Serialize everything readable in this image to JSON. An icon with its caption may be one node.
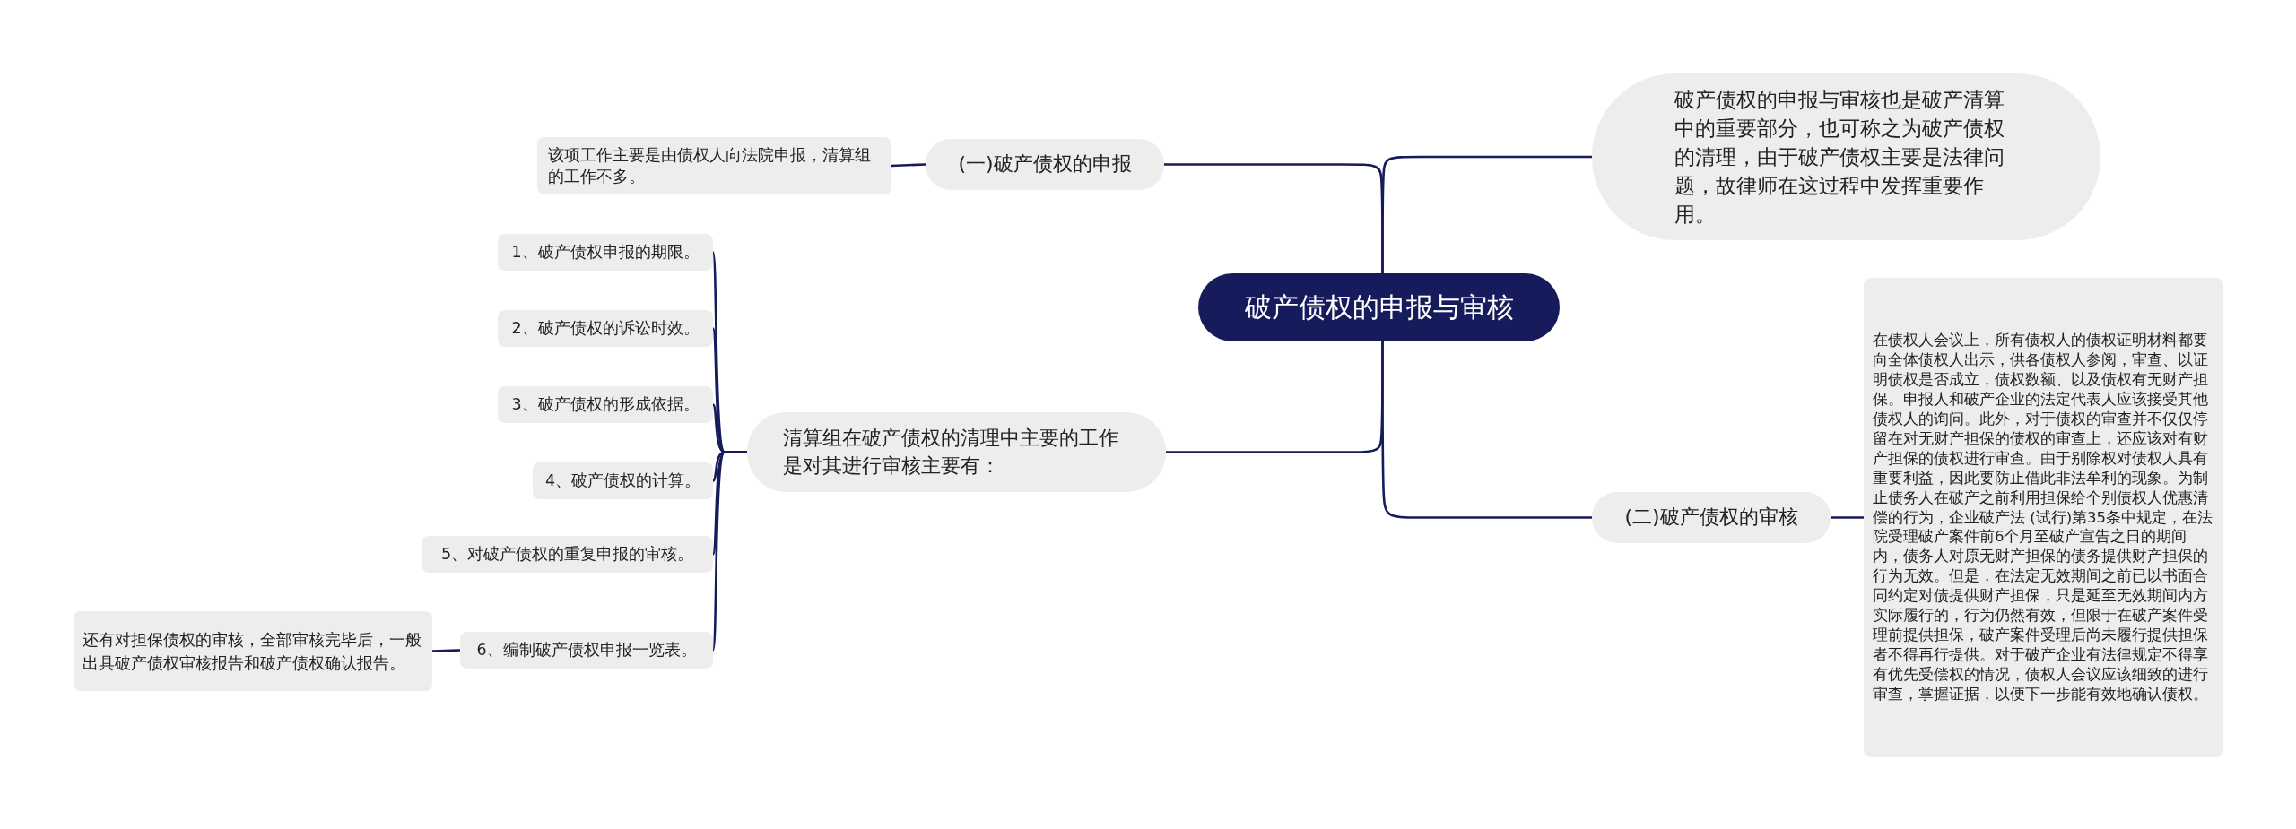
{
  "diagram": {
    "nodes": [
      {
        "text": [
          "破产债权的申报与审核"
        ]
      },
      {
        "text": [
          "破产债权的申报与审核也是破产清算中的重要部分，也可称之为破产债权的清理，由于破产债权主要是法律问题，故律师在这过程中发挥重要作用。"
        ]
      },
      {
        "text": [
          "(一)破产债权的申报"
        ]
      },
      {
        "text": [
          "该项工作主要是由债权人向法院申报，清算组的工作不多。"
        ]
      },
      {
        "text": [
          "清算组在破产债权的清理中主要的工作是对其进行审核主要有："
        ]
      },
      {
        "text": [
          "1、破产债权申报的期限。"
        ]
      },
      {
        "text": [
          "2、破产债权的诉讼时效。"
        ]
      },
      {
        "text": [
          "3、破产债权的形成依据。"
        ]
      },
      {
        "text": [
          "4、破产债权的计算。"
        ]
      },
      {
        "text": [
          "5、对破产债权的重复申报的审核。"
        ]
      },
      {
        "text": [
          "6、编制破产债权申报一览表。"
        ]
      },
      {
        "text": [
          "还有对担保债权的审核，全部审核完毕后，一般出具破产债权审核报告和破产债权确认报告。"
        ]
      },
      {
        "text": [
          "(二)破产债权的审核"
        ]
      },
      {
        "text": [
          "在债权人会议上，所有债权人的债权证明材料都要向全体债权人出示，供各债权人参阅，审查、以证明债权是否成立，债权数额、以及债权有无财产担保。申报人和破产企业的法定代表人应该接受其他债权人的询问。此外，对于债权的审查并不仅仅停留在对无财产担保的债权的审查上，还应该对有财产担保的债权进行审查。由于别除权对债权人具有重要利益，因此要防止借此非法牟利的现象。为制止债务人在破产之前利用担保给个别债权人优惠清偿的行为，企业破产法 (试行)第35条中规定，在法院受理破产案件前6个月至破产宣告之日的期间内，债务人对原无财产担保的债务提供财产担保的行为无效。但是，在法定无效期间之前已以书面合同约定对债提供财产担保，只是延至无效期间内方实际履行的，行为仍然有效，但限于在破产案件受理前提供担保，破产案件受理后尚未履行提供担保者不得再行提供。对于破产企业有法律规定不得享有优先受偿权的情况，债权人会议应该细致的进行审查，掌握证据，以便下一步能有效地确认债权。"
        ]
      }
    ],
    "edges": [
      {
        "from": 0,
        "to": 1,
        "arrow": "none"
      },
      {
        "from": 0,
        "to": 2,
        "arrow": "none"
      },
      {
        "from": 2,
        "to": 3,
        "arrow": "none"
      },
      {
        "from": 0,
        "to": 4,
        "arrow": "none"
      },
      {
        "from": 4,
        "to": 5,
        "arrow": "none"
      },
      {
        "from": 4,
        "to": 6,
        "arrow": "none"
      },
      {
        "from": 4,
        "to": 7,
        "arrow": "none"
      },
      {
        "from": 4,
        "to": 8,
        "arrow": "none"
      },
      {
        "from": 4,
        "to": 9,
        "arrow": "none"
      },
      {
        "from": 4,
        "to": 10,
        "arrow": "none"
      },
      {
        "from": 10,
        "to": 11,
        "arrow": "none"
      },
      {
        "from": 0,
        "to": 12,
        "arrow": "none"
      },
      {
        "from": 12,
        "to": 13,
        "arrow": "none"
      }
    ]
  }
}
